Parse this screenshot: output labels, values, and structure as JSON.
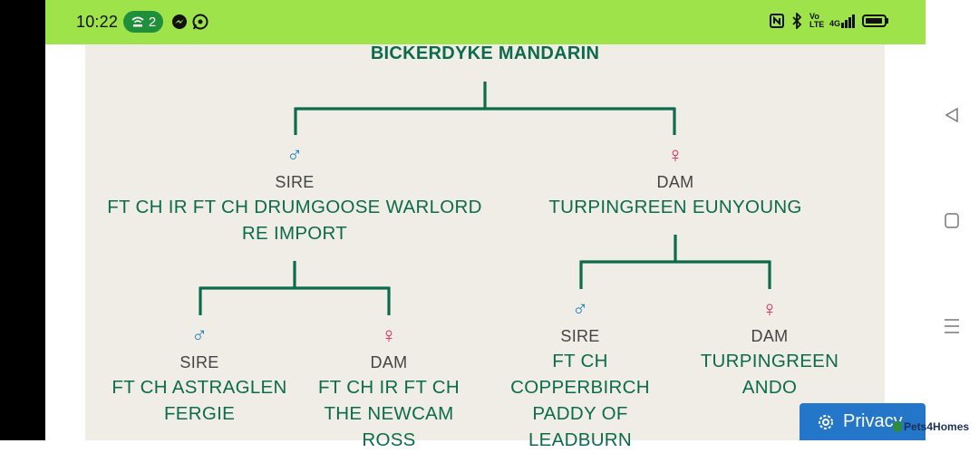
{
  "status_bar": {
    "time": "10:22",
    "hotspot_count": "2",
    "icons": [
      "wifi-hotspot-icon",
      "messenger-icon",
      "whatsapp-icon",
      "nfc-icon",
      "bluetooth-icon",
      "volte-icon",
      "signal-4g-icon",
      "battery-icon"
    ],
    "color": "#9fe34a",
    "nav_icons": [
      "back-triangle-icon",
      "home-square-icon",
      "menu-lines-icon"
    ],
    "volte_label": "Vo LTE",
    "signal_label": "4G"
  },
  "pedigree": {
    "root": {
      "name": "BICKERDYKE MANDARIN"
    },
    "sire": {
      "symbol": "♂",
      "role": "SIRE",
      "name_line1": "FT CH IR FT CH DRUMGOOSE WARLORD",
      "name_line2": "RE IMPORT"
    },
    "dam": {
      "symbol": "♀",
      "role": "DAM",
      "name_line1": "TURPINGREEN EUNYOUNG"
    },
    "sire_sire": {
      "symbol": "♂",
      "role": "SIRE",
      "name_line1": "FT CH ASTRAGLEN",
      "name_line2": "FERGIE"
    },
    "sire_dam": {
      "symbol": "♀",
      "role": "DAM",
      "name_line1": "FT CH IR FT CH",
      "name_line2": "THE NEWCAM",
      "name_line3": "ROSS"
    },
    "dam_sire": {
      "symbol": "♂",
      "role": "SIRE",
      "name_line1": "FT CH",
      "name_line2": "COPPERBIRCH",
      "name_line3": "PADDY OF",
      "name_line4": "LEADBURN"
    },
    "dam_dam": {
      "symbol": "♀",
      "role": "DAM",
      "name_line1": "TURPINGREEN",
      "name_line2": "ANDO"
    },
    "colors": {
      "name": "#0d6b4d",
      "line": "#0d6b4d",
      "male": "#1b7fc0",
      "female": "#d6265a",
      "background": "#f0ede6"
    }
  },
  "privacy": {
    "label": "Privacy",
    "icon": "gear-icon",
    "color": "#2476c9"
  },
  "brand": {
    "text": "Pets4Homes",
    "icon": "pets4homes-logo-icon"
  }
}
